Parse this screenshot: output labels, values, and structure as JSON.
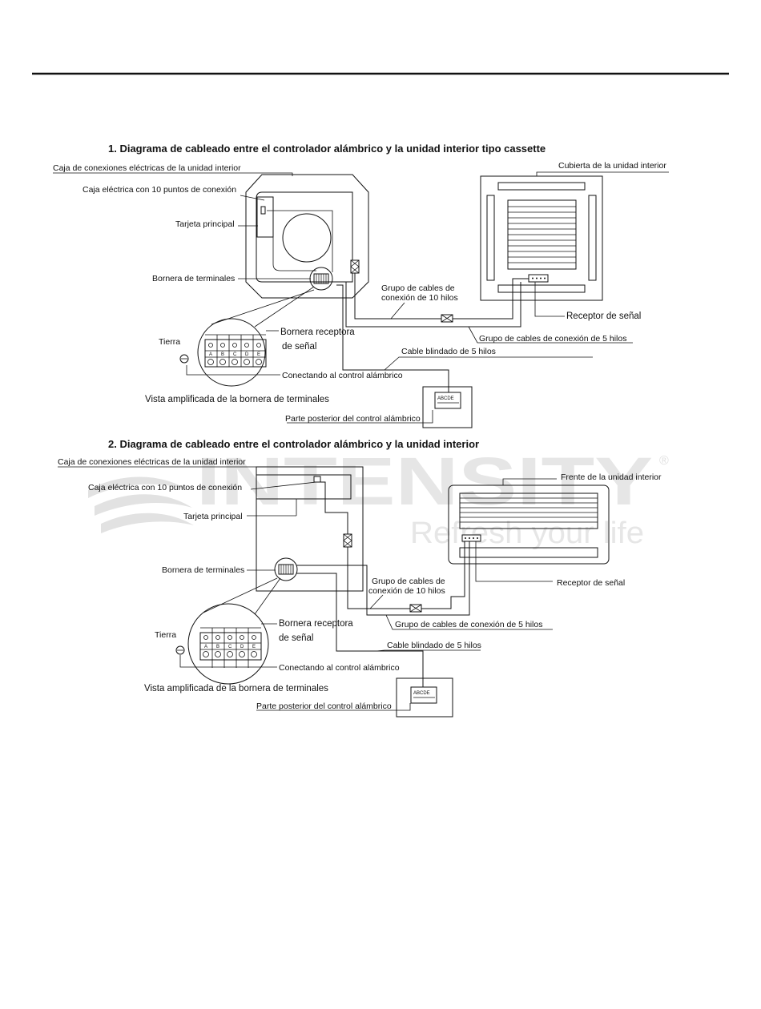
{
  "watermark": {
    "brand": "INTENSITY",
    "registered": "®",
    "slogan": "Refresh your life",
    "color": "#d9d9d9"
  },
  "section1": {
    "title": "1. Diagrama de cableado entre el controlador alámbrico y la unidad interior tipo cassette",
    "labels": {
      "electric_connection_box": "Caja de conexiones eléctricas de la unidad interior",
      "electric_box_10_points": "Caja eléctrica con 10 puntos de conexión",
      "main_board": "Tarjeta principal",
      "terminal_block": "Bornera de terminales",
      "indoor_cover": "Cubierta de la unidad interior",
      "signal_receiver": "Receptor de señal",
      "cable_group_10_line1": "Grupo de cables de",
      "cable_group_10_line2": "conexión de 10 hilos",
      "cable_group_5": "Grupo de cables de conexión de 5 hilos",
      "ground": "Tierra",
      "signal_terminal_line1": "Bornera receptora",
      "signal_terminal_line2": "de señal",
      "shielded_cable": "Cable blindado de 5 hilos",
      "connecting_controller": "Conectando al control alámbrico",
      "amplified_view": "Vista amplificada de la bornera de terminales",
      "controller_back": "Parte posterior del control alámbrico"
    }
  },
  "section2": {
    "title": "2. Diagrama de cableado entre el controlador alámbrico y la unidad interior",
    "labels": {
      "electric_connection_box": "Caja de conexiones eléctricas de la unidad interior",
      "electric_box_10_points": "Caja eléctrica con 10 puntos de conexión",
      "main_board": "Tarjeta principal",
      "terminal_block": "Bornera de terminales",
      "indoor_front": "Frente de la unidad interior",
      "signal_receiver": "Receptor de señal",
      "cable_group_10_line1": "Grupo de cables de",
      "cable_group_10_line2": "conexión de 10 hilos",
      "cable_group_5": "Grupo de cables de conexión de 5 hilos",
      "ground": "Tierra",
      "signal_terminal_line1": "Bornera receptora",
      "signal_terminal_line2": "de señal",
      "shielded_cable": "Cable blindado de 5 hilos",
      "connecting_controller": "Conectando al control alámbrico",
      "amplified_view": "Vista amplificada de la bornera de terminales",
      "controller_back": "Parte posterior del control alámbrico"
    }
  },
  "terminal_letters": [
    "A",
    "B",
    "C",
    "D",
    "E"
  ],
  "controller_letters": "ABCDE"
}
